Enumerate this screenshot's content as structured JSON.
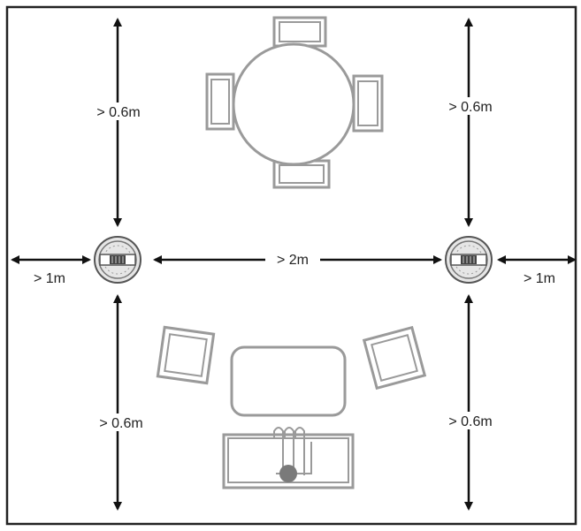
{
  "colors": {
    "frame": "#222222",
    "furniture": "#9a9a9a",
    "arrow": "#111111",
    "device": "#555555"
  },
  "labels": {
    "top_left": "> 0.6m",
    "top_right": "> 0.6m",
    "bottom_left": "> 0.6m",
    "bottom_right": "> 0.6m",
    "left_side": "> 1m",
    "right_side": "> 1m",
    "between": "> 2m"
  }
}
